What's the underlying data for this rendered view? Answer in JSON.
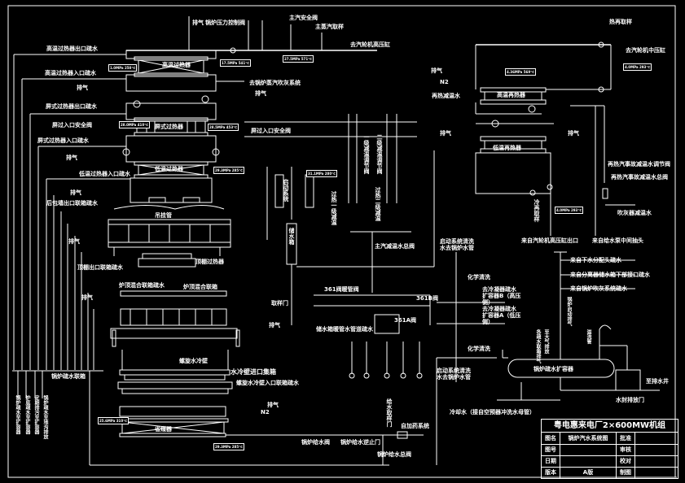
{
  "title_block": {
    "project": "粤电惠来电厂2×600MW机组",
    "rows": [
      {
        "k1": "图名",
        "v1": "锅炉汽水系统图",
        "k2": "批准",
        "v2": ""
      },
      {
        "k1": "图号",
        "v1": "",
        "k2": "审核",
        "v2": ""
      },
      {
        "k1": "日期",
        "v1": "",
        "k2": "校对",
        "v2": ""
      },
      {
        "k1": "版本",
        "v1": "A版",
        "k2": "制图",
        "v2": ""
      }
    ]
  },
  "equipment": {
    "hp_superheater_final": "高温过热器",
    "platen_superheater": "屏式过热器",
    "lt_superheater": "低温过热器",
    "ceiling_superheater": "顶棚过热器",
    "hanger_tube": "吊挂管",
    "hp_reheater": "高温再热器",
    "lt_reheater": "低温再热器",
    "spiral_waterwall": "螺旋水冷壁",
    "waterwall_inlet_header": "水冷壁进口集箱",
    "economizer": "省煤器",
    "roof_mixing_header": "炉顶混合联箱",
    "roof_mixing_header_drain": "炉顶混合联箱疏水",
    "separator": "启动分离器",
    "water_storage_tank": "储水箱",
    "drain_flash_tank": "锅炉疏水扩容器",
    "startup_system": "启动系统"
  },
  "labels": {
    "hp_sh_outlet_drain": "高温过热器出口疏水",
    "hp_sh_inlet_drain": "高温过热器入口疏水",
    "vent": "排气",
    "platen_outlet_drain": "屏式过热器出口疏水",
    "platen_inlet_safety": "屏过入口安全阀",
    "platen_inlet_drain": "屏式过热器入口疏水",
    "lt_sh_inlet_drain": "低温过热器入口疏水",
    "wall_outlet_drain": "后包墙出口联箱疏水",
    "ceiling_outlet_drain": "顶棚出口联箱疏水",
    "boiler_pressure_valve": "锅炉压力控制阀",
    "main_steam_safety": "主汽安全阀",
    "main_steam_sample": "主蒸汽取样",
    "to_hp_cylinder": "去汽轮机高压缸",
    "to_sootblower": "去锅炉蒸汽吹灰系统",
    "rh_sample": "热再取样",
    "to_ip_cylinder": "去汽轮机中压缸",
    "rh_desuper_water": "再热减温水",
    "n2": "N2",
    "rh_spray_reg": "再热汽事故减温水调节阀",
    "rh_spray_iso": "再热汽事故减温水总阀",
    "cold_rh_sample": "冷再取样",
    "from_hp_exhaust": "来自汽轮机高压缸出口",
    "from_fw_middle": "来自给水泵中间抽头",
    "blowdown_water": "吹灰器减温水",
    "sh_desuper_main": "主汽减温水总阀",
    "sh_spray_1": "一级减温调节阀",
    "sh_spray_2": "二级减温调节阀",
    "sh_spray_3": "过热一级减温",
    "sh_spray_4": "过热二级减温",
    "sample_door": "取样门",
    "valve_361_warm": "361阀暖管阀",
    "valve_361a": "361A阀",
    "valve_361b": "361B阀",
    "startup_drain_pipe": "储水箱暖管水管道疏水",
    "chem_clean_1": "化学清洗",
    "chem_clean_2": "化学清洗",
    "to_condenser_b": "去冷凝器疏水扩容器B（高压侧）",
    "to_condenser_a": "去冷凝器疏水扩容器A（低压侧）",
    "startup_cleanup_1": "启动系统清洗水去锅炉水管",
    "startup_cleanup_2": "启动系统清洗水去锅炉水管",
    "from_lower_drains": "来自下水分配头疏水",
    "from_separator_drain": "来自分离器储水箱下部接口疏水",
    "from_sootblow_drain": "来自锅炉吹灰系统疏水",
    "to_drain_well": "至排水井",
    "water_seal_valve": "水封排放门",
    "cooling_water": "冷却水（接自空预器冲洗水母管）",
    "fw_valve": "锅炉给水阀",
    "fw_check_valve": "锅炉给水逆止门",
    "fw_main_valve": "锅炉给水总阀",
    "fw_sample": "给水取样门",
    "chem_dosing": "自加药系统",
    "spiral_inlet_drain": "螺旋水冷壁入口联箱疏水",
    "boiler_drain_header": "锅炉疏水联箱",
    "vertical_drains": [
      "锅炉疏水至扩容器",
      "炉底疏水至扩容器",
      "定期排污至扩容器",
      "锅炉疏水至地沟排放"
    ],
    "drain_vent_cols": [
      "各疏水联箱排气",
      "至大气排放",
      "锅炉启动排气",
      "溢流管"
    ]
  },
  "tags": {
    "t1": "1.0MPa 250℃",
    "t2": "17.5MPa 541℃",
    "t3": "27.5MPa 571℃",
    "t4": "4.36MPa 569℃",
    "t5": "4.0MPa 293℃",
    "t6": "28.0MPa 410℃",
    "t7": "28.5MPa 453℃",
    "t8": "29.3MPa 285℃",
    "t9": "31.1MPa 280℃",
    "t10": "25.6MPa 310℃"
  },
  "colors": {
    "background": "#000000",
    "line": "#ffffff"
  }
}
